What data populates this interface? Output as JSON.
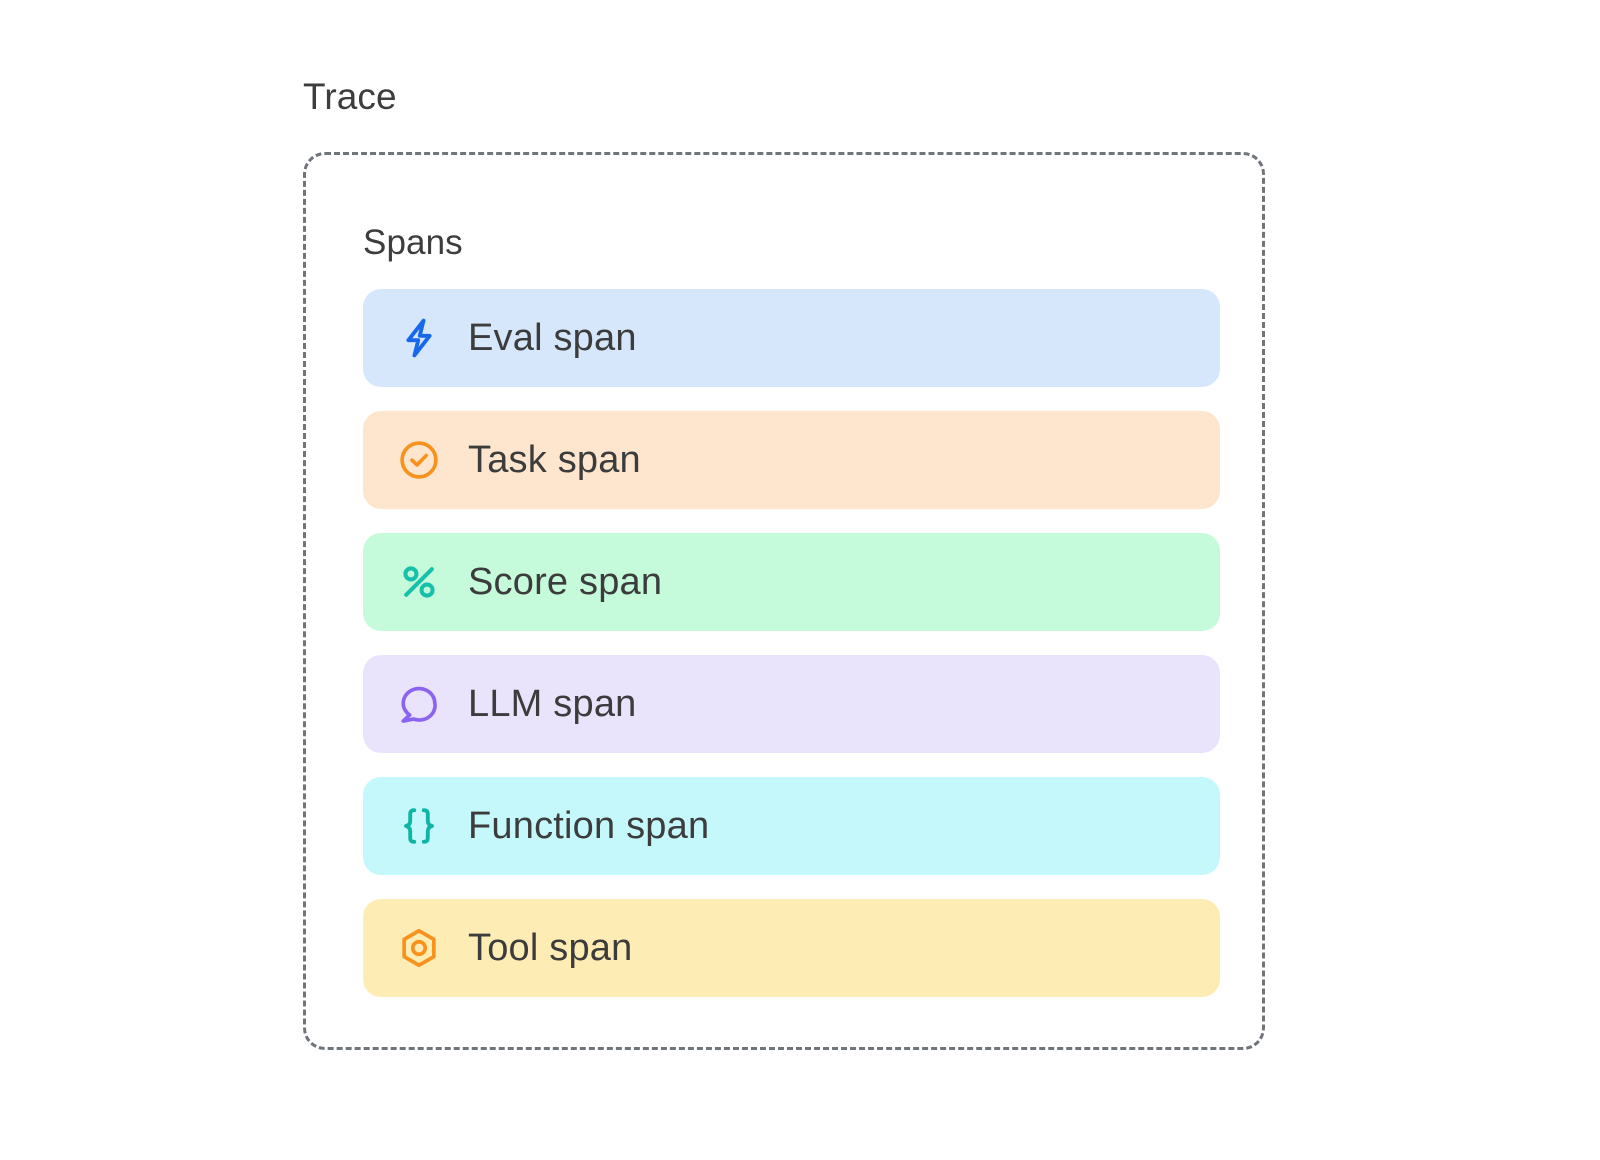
{
  "trace": {
    "title": "Trace",
    "border_color": "#70757c",
    "spans_section": {
      "label": "Spans",
      "items": [
        {
          "label": "Eval span",
          "icon": "zap-icon",
          "bg_color": "#d6e7fb",
          "icon_color": "#1769ea"
        },
        {
          "label": "Task span",
          "icon": "circle-check-icon",
          "bg_color": "#fde6cd",
          "icon_color": "#f7921e"
        },
        {
          "label": "Score span",
          "icon": "percent-icon",
          "bg_color": "#c5fadb",
          "icon_color": "#16c0ab"
        },
        {
          "label": "LLM span",
          "icon": "speech-bubble-icon",
          "bg_color": "#eae3fc",
          "icon_color": "#8a63f0"
        },
        {
          "label": "Function span",
          "icon": "curly-braces-icon",
          "bg_color": "#c4f8fb",
          "icon_color": "#0fb5a4"
        },
        {
          "label": "Tool span",
          "icon": "hexagon-dot-icon",
          "bg_color": "#fdecb3",
          "icon_color": "#f7921e"
        }
      ]
    }
  }
}
